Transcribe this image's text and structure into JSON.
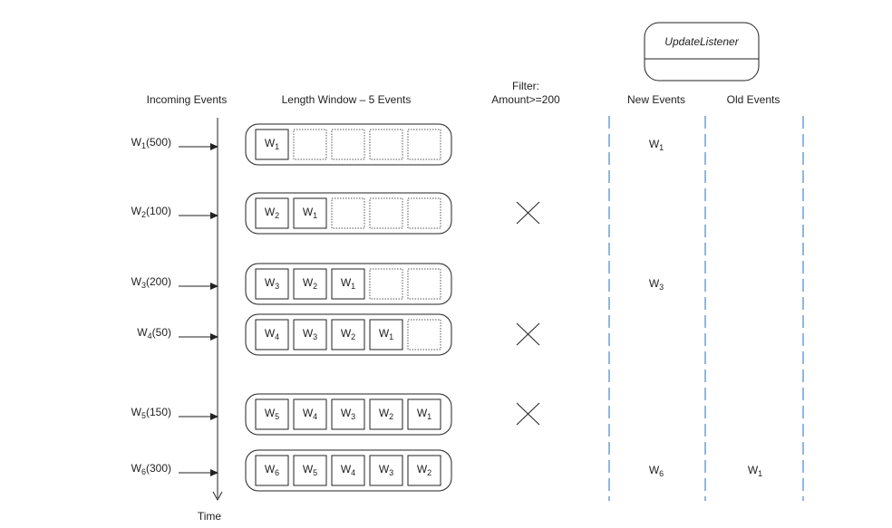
{
  "listener": {
    "label": "UpdateListener"
  },
  "headers": {
    "incoming": "Incoming Events",
    "window": "Length Window – 5 Events",
    "filter_line1": "Filter:",
    "filter_line2": "Amount>=200",
    "new_events": "New Events",
    "old_events": "Old Events"
  },
  "time_label": "Time",
  "rows": [
    {
      "name": "W",
      "sub": "1",
      "amount": "500",
      "slots": [
        {
          "t": "W",
          "s": "1"
        },
        null,
        null,
        null,
        null
      ],
      "filtered": false,
      "new_event": {
        "t": "W",
        "s": "1"
      },
      "old_event": null
    },
    {
      "name": "W",
      "sub": "2",
      "amount": "100",
      "slots": [
        {
          "t": "W",
          "s": "2"
        },
        {
          "t": "W",
          "s": "1"
        },
        null,
        null,
        null
      ],
      "filtered": true,
      "new_event": null,
      "old_event": null
    },
    {
      "name": "W",
      "sub": "3",
      "amount": "200",
      "slots": [
        {
          "t": "W",
          "s": "3"
        },
        {
          "t": "W",
          "s": "2"
        },
        {
          "t": "W",
          "s": "1"
        },
        null,
        null
      ],
      "filtered": false,
      "new_event": {
        "t": "W",
        "s": "3"
      },
      "old_event": null
    },
    {
      "name": "W",
      "sub": "4",
      "amount": "50",
      "slots": [
        {
          "t": "W",
          "s": "4"
        },
        {
          "t": "W",
          "s": "3"
        },
        {
          "t": "W",
          "s": "2"
        },
        {
          "t": "W",
          "s": "1"
        },
        null
      ],
      "filtered": true,
      "new_event": null,
      "old_event": null
    },
    {
      "name": "W",
      "sub": "5",
      "amount": "150",
      "slots": [
        {
          "t": "W",
          "s": "5"
        },
        {
          "t": "W",
          "s": "4"
        },
        {
          "t": "W",
          "s": "3"
        },
        {
          "t": "W",
          "s": "2"
        },
        {
          "t": "W",
          "s": "1"
        }
      ],
      "filtered": true,
      "new_event": null,
      "old_event": null
    },
    {
      "name": "W",
      "sub": "6",
      "amount": "300",
      "slots": [
        {
          "t": "W",
          "s": "6"
        },
        {
          "t": "W",
          "s": "5"
        },
        {
          "t": "W",
          "s": "4"
        },
        {
          "t": "W",
          "s": "3"
        },
        {
          "t": "W",
          "s": "2"
        }
      ],
      "filtered": false,
      "new_event": {
        "t": "W",
        "s": "6"
      },
      "old_event": {
        "t": "W",
        "s": "1"
      }
    }
  ],
  "colors": {
    "dash_line": "#4a86c5",
    "stroke": "#222222"
  }
}
